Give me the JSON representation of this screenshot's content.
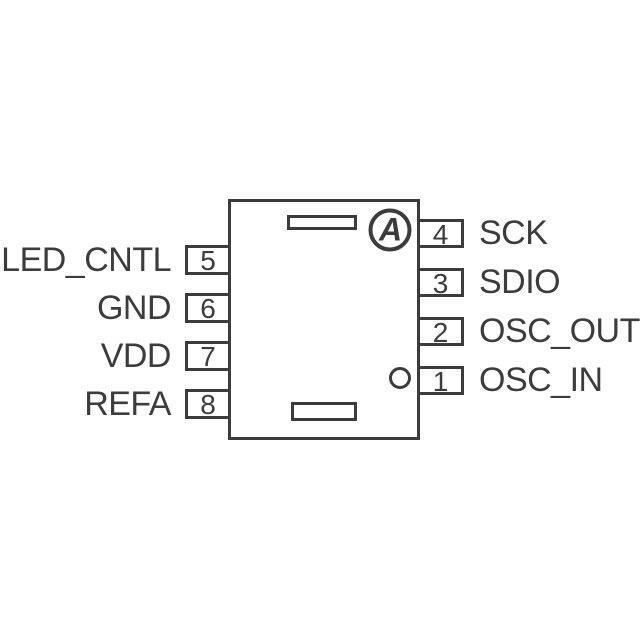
{
  "diagram": {
    "type": "ic-pinout",
    "package": "8-pin SOIC top view",
    "colors": {
      "line": "#3c3c3c",
      "background": "#ffffff"
    },
    "logo": {
      "letter": "A"
    },
    "pins": {
      "left": [
        {
          "number": "5",
          "label": "LED_CNTL"
        },
        {
          "number": "6",
          "label": "GND"
        },
        {
          "number": "7",
          "label": "VDD"
        },
        {
          "number": "8",
          "label": "REFA"
        }
      ],
      "right": [
        {
          "number": "4",
          "label": "SCK"
        },
        {
          "number": "3",
          "label": "SDIO"
        },
        {
          "number": "2",
          "label": "OSC_OUT"
        },
        {
          "number": "1",
          "label": "OSC_IN"
        }
      ]
    }
  }
}
